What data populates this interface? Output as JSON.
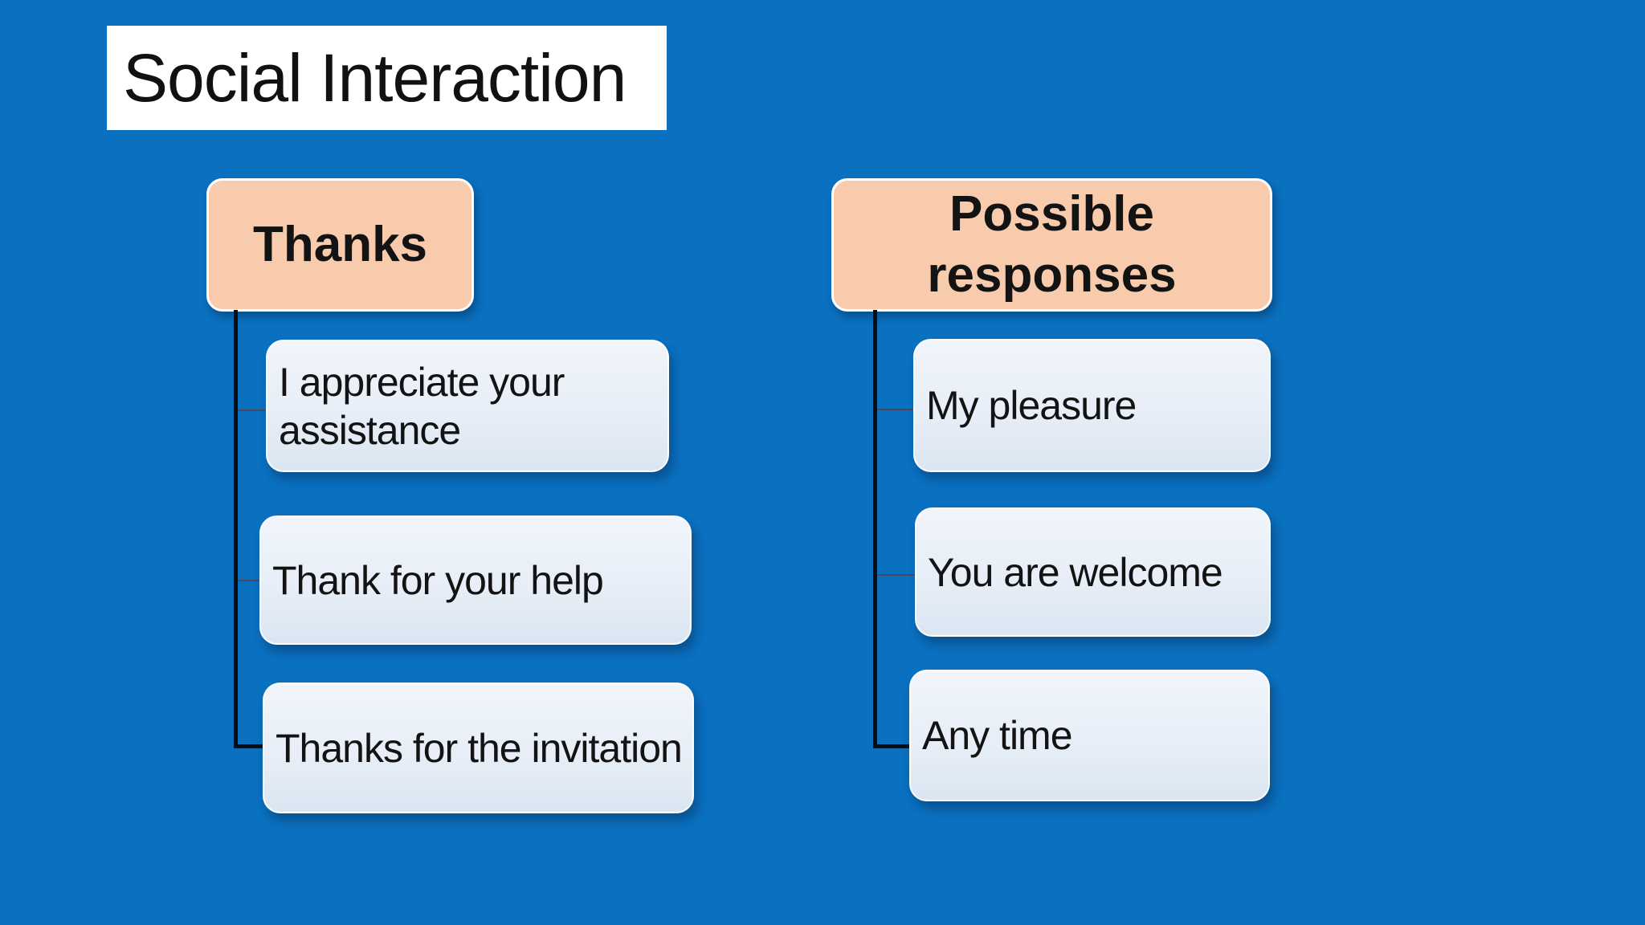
{
  "slide": {
    "title": "Social Interaction",
    "background_color": "#0a70c0",
    "palette": {
      "title_box_fill": "#ffffff",
      "header_fill": "#f8cbad",
      "header_border": "#ffffff",
      "child_fill_top": "#f1f5fb",
      "child_fill_bottom": "#dbe6f2",
      "connector_color": "#0c0c0c",
      "branch_color": "#5c3e4b",
      "text_color": "#131313"
    },
    "trees": [
      {
        "header": "Thanks",
        "children": [
          "I appreciate your assistance",
          "Thank for your help",
          "Thanks for the invitation"
        ]
      },
      {
        "header": "Possible responses",
        "children": [
          "My pleasure",
          "You are welcome",
          "Any time"
        ]
      }
    ]
  }
}
